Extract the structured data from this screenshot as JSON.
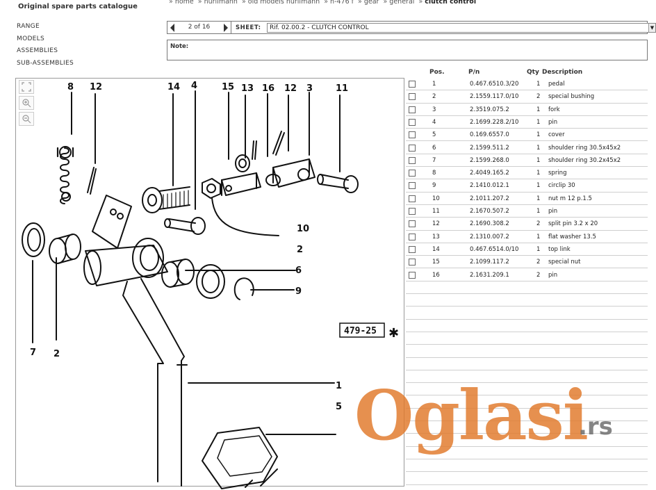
{
  "catalogue_title": "Original spare parts catalogue",
  "nav": [
    "RANGE",
    "MODELS",
    "ASSEMBLIES",
    "SUB-ASSEMBLIES"
  ],
  "breadcrumb": {
    "separator": "»",
    "items": [
      "home",
      "hürlimann",
      "old models hürlimann",
      "h-476 f",
      "gear",
      "general"
    ],
    "current": "clutch control"
  },
  "pager": {
    "text": "2 of 16"
  },
  "sheet": {
    "label": "SHEET:",
    "value": "Rif. 02.00.2 - CLUTCH CONTROL"
  },
  "note": {
    "label": "Note:"
  },
  "figure": {
    "code": "479-25",
    "callouts": [
      "8",
      "12",
      "14",
      "4",
      "15",
      "13",
      "16",
      "12",
      "3",
      "11",
      "10",
      "2",
      "6",
      "9",
      "7",
      "2",
      "1",
      "5"
    ],
    "tools": [
      "fit-icon",
      "zoom-in-icon",
      "zoom-out-icon"
    ]
  },
  "parts_table": {
    "headers": {
      "pos": "Pos.",
      "pn": "P/n",
      "qty": "Qty",
      "desc": "Description"
    },
    "rows": [
      {
        "pos": "1",
        "pn": "0.467.6510.3/20",
        "qty": "1",
        "desc": "pedal"
      },
      {
        "pos": "2",
        "pn": "2.1559.117.0/10",
        "qty": "2",
        "desc": "special bushing"
      },
      {
        "pos": "3",
        "pn": "2.3519.075.2",
        "qty": "1",
        "desc": "fork"
      },
      {
        "pos": "4",
        "pn": "2.1699.228.2/10",
        "qty": "1",
        "desc": "pin"
      },
      {
        "pos": "5",
        "pn": "0.169.6557.0",
        "qty": "1",
        "desc": "cover"
      },
      {
        "pos": "6",
        "pn": "2.1599.511.2",
        "qty": "1",
        "desc": "shoulder ring 30.5x45x2"
      },
      {
        "pos": "7",
        "pn": "2.1599.268.0",
        "qty": "1",
        "desc": "shoulder ring 30.2x45x2"
      },
      {
        "pos": "8",
        "pn": "2.4049.165.2",
        "qty": "1",
        "desc": "spring"
      },
      {
        "pos": "9",
        "pn": "2.1410.012.1",
        "qty": "1",
        "desc": "circlip 30"
      },
      {
        "pos": "10",
        "pn": "2.1011.207.2",
        "qty": "1",
        "desc": "nut m 12 p.1.5"
      },
      {
        "pos": "11",
        "pn": "2.1670.507.2",
        "qty": "1",
        "desc": "pin"
      },
      {
        "pos": "12",
        "pn": "2.1690.308.2",
        "qty": "2",
        "desc": "split pin 3.2 x 20"
      },
      {
        "pos": "13",
        "pn": "2.1310.007.2",
        "qty": "1",
        "desc": "flat washer 13.5"
      },
      {
        "pos": "14",
        "pn": "0.467.6514.0/10",
        "qty": "1",
        "desc": "top link"
      },
      {
        "pos": "15",
        "pn": "2.1099.117.2",
        "qty": "2",
        "desc": "special nut"
      },
      {
        "pos": "16",
        "pn": "2.1631.209.1",
        "qty": "2",
        "desc": "pin"
      }
    ]
  },
  "watermark": {
    "main": "Oglasi",
    "tld": ".rs"
  },
  "colors": {
    "watermark_orange": "#e17828",
    "watermark_grey": "#6e6e6e"
  }
}
